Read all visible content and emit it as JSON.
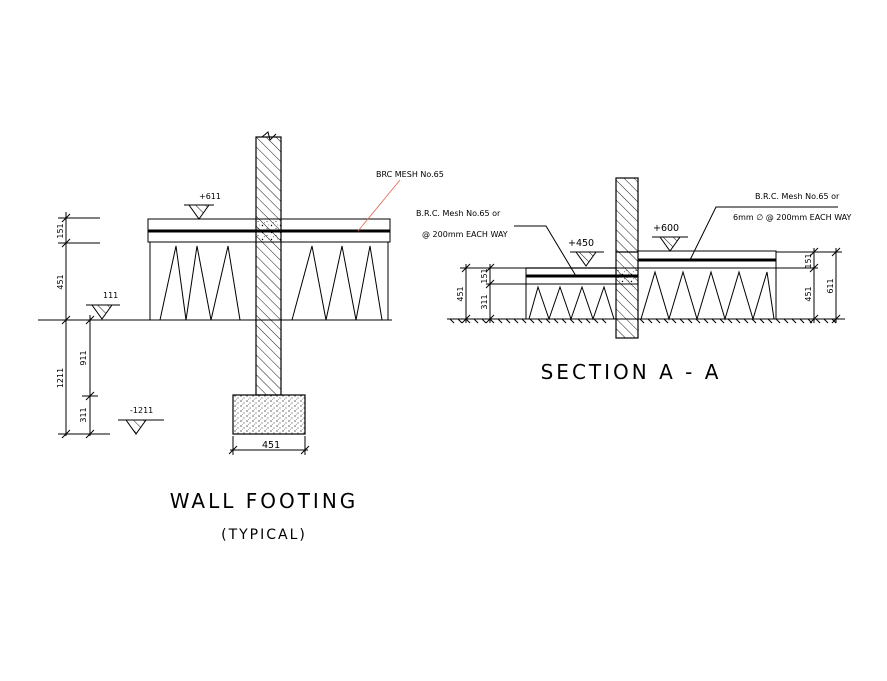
{
  "wall_footing": {
    "title": "WALL FOOTING",
    "subtitle": "(TYPICAL)",
    "mesh_label": "BRC MESH No.65",
    "level_top": "+611",
    "level_ground": "111",
    "level_bottom": "-1211",
    "dim_slab": "151",
    "dim_fill": "451",
    "dim_depth_total": "1211",
    "dim_depth_mid": "911",
    "dim_depth_low": "311",
    "dim_footing_width": "451"
  },
  "section_aa": {
    "title": "SECTION A - A",
    "mesh_left_line1": "B.R.C. Mesh No.65 or",
    "mesh_left_line2": "@ 200mm  EACH WAY",
    "mesh_right_line1": "B.R.C. Mesh No.65 or",
    "mesh_right_line2": "6mm ∅ @ 200mm  EACH WAY",
    "level_left": "+450",
    "level_right": "+600",
    "dim_left_slab": "151",
    "dim_left_fill": "311",
    "dim_left_total": "451",
    "dim_right_slab": "151",
    "dim_right_fill": "451",
    "dim_right_total": "611"
  }
}
